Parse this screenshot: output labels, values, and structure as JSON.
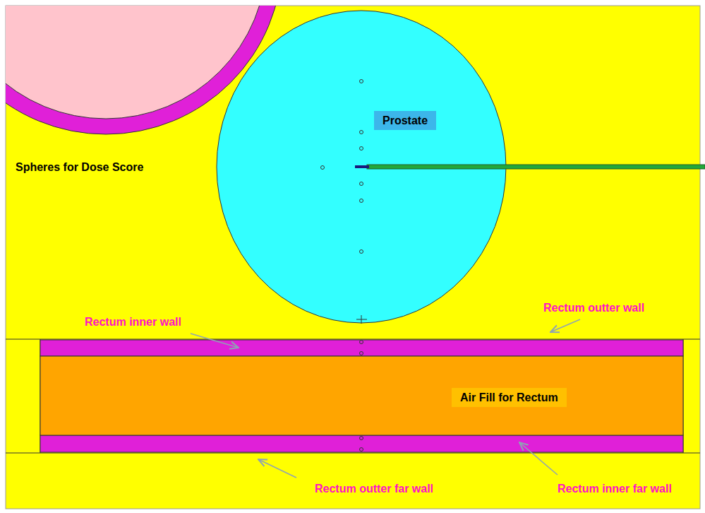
{
  "diagram": {
    "nodes": [
      {
        "text": [
          "Prostate"
        ]
      },
      {
        "text": [
          "Air Fill for Rectum"
        ]
      }
    ],
    "labels": [
      "Spheres for Dose Score",
      "Rectum outter wall",
      "Rectum inner wall",
      "Rectum outter far wall",
      "Rectum inner far wall"
    ]
  }
}
